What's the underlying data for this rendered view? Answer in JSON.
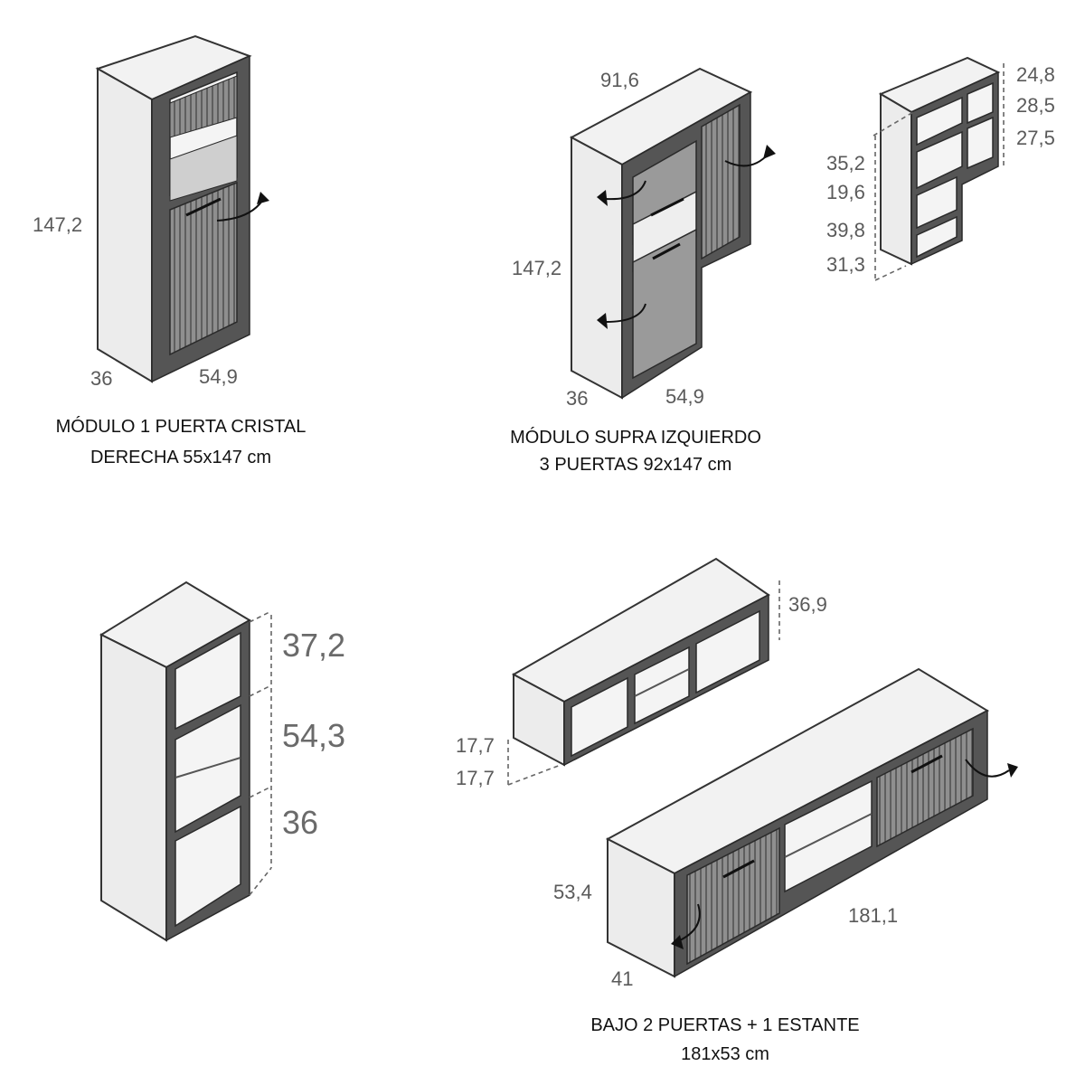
{
  "modules": [
    {
      "caption_line1": "MÓDULO 1 PUERTA CRISTAL",
      "caption_line2": "DERECHA 55x147 cm",
      "dims": {
        "height": "147,2",
        "depth": "36",
        "width": "54,9"
      }
    },
    {
      "caption_line1": "MÓDULO SUPRA IZQUIERDO",
      "caption_line2": "3 PUERTAS 92x147 cm",
      "dims": {
        "top_width": "91,6",
        "height": "147,2",
        "depth": "36",
        "width": "54,9"
      }
    },
    {
      "dims": {
        "right": [
          "24,8",
          "28,5",
          "27,5"
        ],
        "left": [
          "35,2",
          "19,6",
          "39,8",
          "31,3"
        ]
      }
    },
    {
      "dims": {
        "a": "37,2",
        "b": "54,3",
        "c": "36"
      }
    },
    {
      "dims": {
        "height": "36,9",
        "low1": "17,7",
        "low2": "17,7"
      }
    },
    {
      "caption_line1": "BAJO 2 PUERTAS + 1 ESTANTE",
      "caption_line2": "181x53 cm",
      "dims": {
        "height": "53,4",
        "width": "181,1",
        "depth": "41"
      }
    }
  ]
}
